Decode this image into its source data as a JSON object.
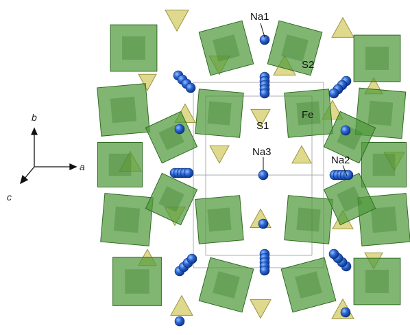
{
  "axes": {
    "a": "a",
    "b": "b",
    "c": "c"
  },
  "site_labels": {
    "na1": "Na1",
    "na2": "Na2",
    "na3": "Na3",
    "s1": "S1",
    "s2": "S2",
    "fe": "Fe"
  },
  "colors": {
    "fe_octahedra": "#4f9a3c",
    "fe_octahedra_edge": "#2f6b22",
    "s_tetrahedra": "#d9d27a",
    "s_tetrahedra_edge": "#9a9440",
    "na_atoms": "#2a66d6",
    "unit_cell": "#9a9a9a"
  }
}
